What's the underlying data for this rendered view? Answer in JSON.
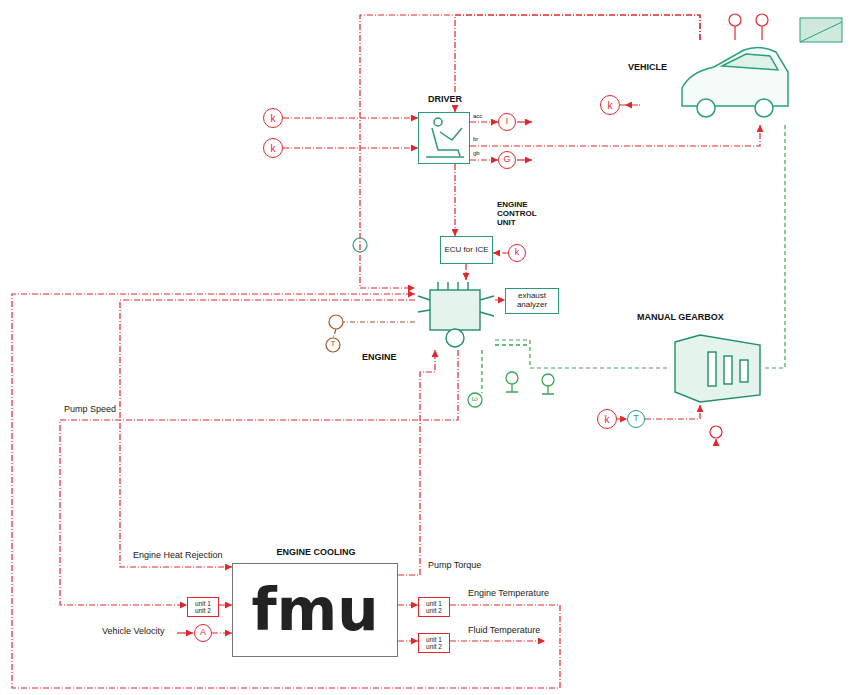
{
  "diagram": {
    "nodes": [
      {
        "text": [
          "k"
        ]
      },
      {
        "text": [
          "k"
        ]
      },
      {
        "text": [
          "DRIVER"
        ]
      },
      {
        "text": [
          "I"
        ]
      },
      {
        "text": [
          "G"
        ]
      },
      {
        "text": [
          "VEHICLE"
        ]
      },
      {
        "text": [
          "k"
        ]
      },
      {
        "text": [
          "ENGINE CONTROL UNIT",
          "ECU for ICE"
        ]
      },
      {
        "text": [
          "k"
        ]
      },
      {
        "text": [
          "ENGINE"
        ]
      },
      {
        "text": [
          "exhaust analyzer"
        ]
      },
      {
        "text": [
          "MANUAL GEARBOX"
        ]
      },
      {
        "text": [
          "k"
        ]
      },
      {
        "text": [
          "T"
        ]
      },
      {
        "text": [
          "ENGINE COOLING",
          "fmu"
        ]
      },
      {
        "text": [
          "unit 1 unit 2"
        ]
      },
      {
        "text": [
          "A"
        ]
      },
      {
        "text": [
          "unit 1 unit 2"
        ]
      },
      {
        "text": [
          "unit 1 unit 2"
        ]
      }
    ],
    "edges": [
      {
        "from": 0,
        "to": 2,
        "arrow": "to"
      },
      {
        "from": 1,
        "to": 2,
        "arrow": "to"
      },
      {
        "from": 2,
        "to": 3,
        "arrow": "to"
      },
      {
        "from": 2,
        "to": 4,
        "arrow": "to"
      },
      {
        "from": 2,
        "to": 5,
        "arrow": "to"
      },
      {
        "from": 5,
        "to": 2,
        "arrow": "to"
      },
      {
        "from": 5,
        "to": 9,
        "arrow": "to"
      },
      {
        "from": 6,
        "to": 5,
        "arrow": "to"
      },
      {
        "from": 2,
        "to": 7,
        "arrow": "to"
      },
      {
        "from": 8,
        "to": 7,
        "arrow": "to"
      },
      {
        "from": 7,
        "to": 9,
        "arrow": "to"
      },
      {
        "from": 9,
        "to": 10,
        "arrow": "to"
      },
      {
        "from": 9,
        "to": 11,
        "arrow": "none"
      },
      {
        "from": 11,
        "to": 5,
        "arrow": "none"
      },
      {
        "from": 12,
        "to": 13,
        "arrow": "to"
      },
      {
        "from": 13,
        "to": 11,
        "arrow": "to"
      },
      {
        "from": 9,
        "to": 14,
        "arrow": "to"
      },
      {
        "from": 9,
        "to": 15,
        "arrow": "to"
      },
      {
        "from": 15,
        "to": 14,
        "arrow": "to"
      },
      {
        "from": 16,
        "to": 14,
        "arrow": "to"
      },
      {
        "from": 14,
        "to": 9,
        "arrow": "to"
      },
      {
        "from": 14,
        "to": 17,
        "arrow": "to"
      },
      {
        "from": 14,
        "to": 18,
        "arrow": "to"
      },
      {
        "from": 17,
        "to": 9,
        "arrow": "to"
      }
    ],
    "labels": [
      "acc",
      "br",
      "gb",
      "T",
      "ω",
      "Pump Speed",
      "Engine Heat Rejection",
      "Vehicle Velocity",
      "Pump Torque",
      "Engine Temperature",
      "Fluid Temperature"
    ]
  }
}
